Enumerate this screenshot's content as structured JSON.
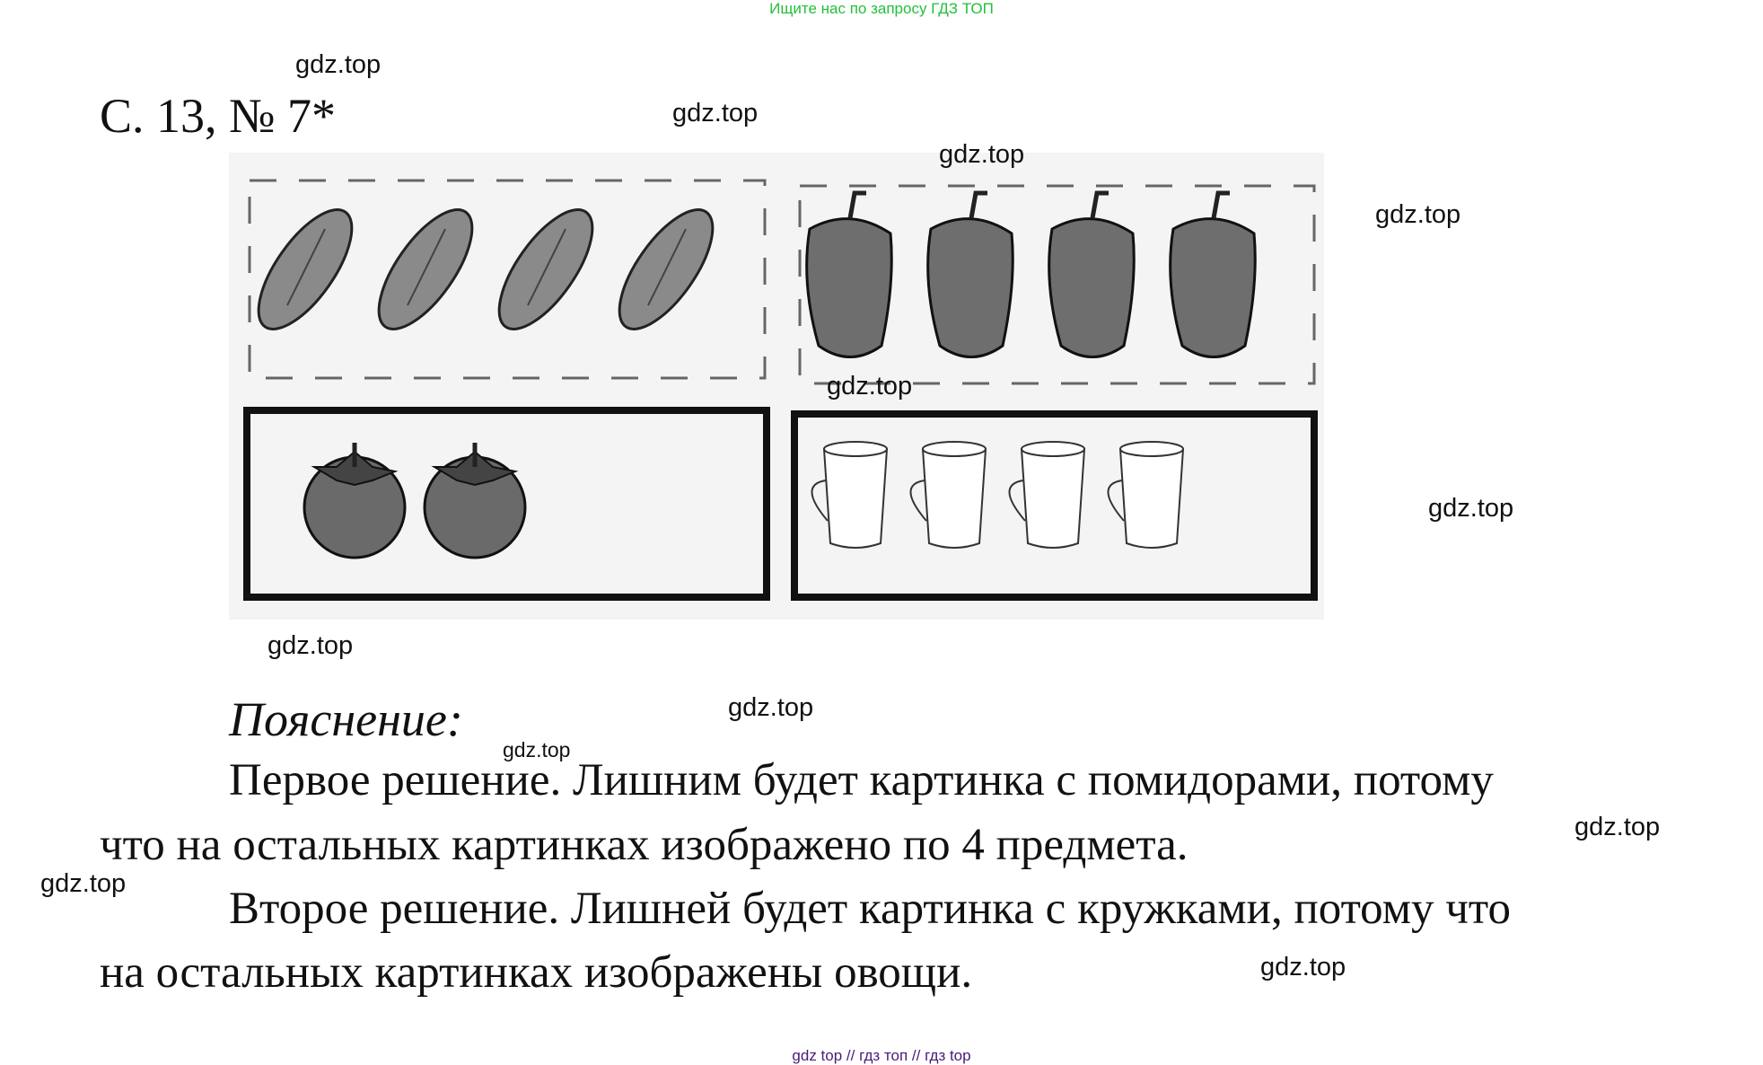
{
  "header": {
    "ad_text": "Ищите нас по запросу ГДЗ ТОП"
  },
  "title": "С. 13, № 7*",
  "watermark": "gdz.top",
  "explanation": {
    "heading": "Пояснение:",
    "lines": [
      "Первое решение. Лишним будет картинка с помидорами, потому",
      "что на остальных картинках изображено по 4 предмета.",
      "Второе решение. Лишней будет картинка с кружками, потому что",
      "на остальных картинках изображены овощи."
    ]
  },
  "picture": {
    "groups": [
      {
        "item": "cucumber",
        "count": 4,
        "border": "dashed"
      },
      {
        "item": "pepper",
        "count": 4,
        "border": "dashed"
      },
      {
        "item": "tomato",
        "count": 2,
        "border": "solid"
      },
      {
        "item": "cup",
        "count": 4,
        "border": "solid"
      }
    ]
  },
  "footer": {
    "text": "gdz top  //  гдз топ  //  гдз top"
  },
  "colors": {
    "ad": "#22c03a",
    "footer": "#4a1a7a"
  }
}
